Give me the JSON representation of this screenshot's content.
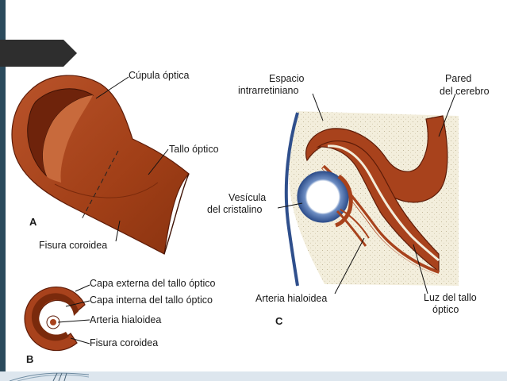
{
  "panels": {
    "a": {
      "letter": "A",
      "cupula": "Cúpula óptica",
      "tallo": "Tallo óptico",
      "fisura": "Fisura coroidea"
    },
    "b": {
      "letter": "B",
      "capa_externa": "Capa externa del tallo óptico",
      "capa_interna": "Capa interna del tallo óptico",
      "arteria": "Arteria hialoidea",
      "fisura": "Fisura coroidea"
    },
    "c": {
      "letter": "C",
      "espacio_line1": "Espacio",
      "espacio_line2": "intrarretiniano",
      "pared_line1": "Pared",
      "pared_line2": "del cerebro",
      "vesicula_line1": "Vesícula",
      "vesicula_line2": "del cristalino",
      "arteria": "Arteria hialoidea",
      "luz_line1": "Luz del tallo",
      "luz_line2": "óptico"
    }
  },
  "colors": {
    "tissue": "#a8421c",
    "tissue_dark": "#5e1c08",
    "tissue_light": "#c9683a",
    "lens_blue": "#3a5f9a",
    "stipple_bg": "#efe9d6",
    "banner": "#2e2e2e",
    "slide_accent": "#2b4a5c"
  }
}
